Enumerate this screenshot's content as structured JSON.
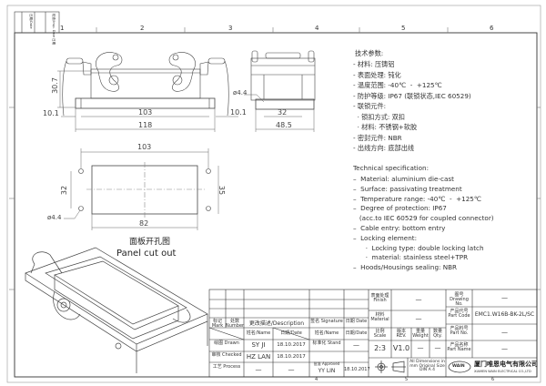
{
  "frame": {
    "zones_top": [
      "1",
      "2",
      "3",
      "4",
      "5",
      "6"
    ],
    "zones_bottom": [
      "4",
      "5",
      "6"
    ],
    "corner_labels": [
      "日期/Date",
      "检查/Insp. Date 日期"
    ]
  },
  "drawing": {
    "front_view": {
      "dim_height": "30.7",
      "dim_left": "10.1",
      "dim_inner": "103",
      "dim_total": "118"
    },
    "side_view": {
      "dim_hole": "ø4.4",
      "dim_inner": "32",
      "dim_total": "48.5",
      "dim_left": "10.1"
    },
    "cutout": {
      "dim_top": "103",
      "dim_bottom": "82",
      "dim_left": "32",
      "dim_right": "35",
      "dim_hole": "ø4.4",
      "caption_cn": "面板开孔图",
      "caption_en": "Panel cut out"
    }
  },
  "spec_cn": {
    "title": "技术参数:",
    "lines": [
      "- 材料: 压铸铝",
      "- 表面处理: 钝化",
      "- 温度范围: -40℃  -  +125℃",
      "- 防护等级: IP67 (联锁状态,IEC 60529)",
      "- 联锁元件:",
      "  · 锁扣方式: 双扣",
      "  · 材料: 不锈钢+软胶",
      "- 密封元件: NBR",
      "- 出线方向: 底部出线"
    ]
  },
  "spec_en": {
    "title": "Technical specification:",
    "lines": [
      "–  Material: aluminium die-cast",
      "–  Surface: passivating treatment",
      "–  Temperature range: -40℃  -  +125℃",
      "–  Degree of protection: IP67",
      "   (acc.to IEC 60529 for coupled connector)",
      "–  Cable entry: bottom entry",
      "–  Locking element:",
      "      ·  Locking type: double locking latch",
      "      ·  material: stainless steel+TPR",
      "–  Hoods/Housings sealing: NBR"
    ]
  },
  "title_block": {
    "mark": "标记 Mark",
    "number": "处数 Number",
    "description": "更改描述/Description",
    "signature": "签名 Signature",
    "date": "日期 Date",
    "name_col": "姓名/Name",
    "date_col": "日期/Date",
    "name_col2": "姓名/Name",
    "date_col2": "日期/Date",
    "drawn_label": "绘图 Drawn",
    "drawn_name": "SY JI",
    "drawn_date": "18.10.2017",
    "stand_label": "标准化 Stand",
    "stand_name": "—",
    "stand_date": "—",
    "checked_label": "审核 Checked",
    "checked_name": "HZ LAN",
    "checked_date": "18.10.2017",
    "process_label": "工艺 Process",
    "process_name": "—",
    "process_date": "—",
    "approved_label": "批准 Approved",
    "approved_name": "YY LIN",
    "approved_date": "18.10.2017",
    "finish_label": "表面处理 Finish",
    "finish_value": "—",
    "material_label": "材料 Material",
    "material_value": "—",
    "scale_label": "比例 Scale",
    "scale_value": "2:3",
    "rev_label": "版本 REV.",
    "rev_value": "V1.0",
    "weight_label": "重量 Weight",
    "weight_value": "—",
    "qty_label": "数量 Qty.",
    "qty_value": "—",
    "dimensions_note": "All Dimensions in mm Original Size DIN A 4",
    "drawing_no_label": "图号 Drawing No.",
    "drawing_no_value": "—",
    "part_code_label": "产品代号 Part Code",
    "part_code_value": "EMC1.W16B-BK-2L/SC",
    "part_no_label": "产品料号 Part No.",
    "part_no_value": "—",
    "part_name_label": "产品名称 Part Name",
    "part_name_value": "—",
    "company_logo_text": "WAIN",
    "company_cn": "厦门唯恩电气有限公司",
    "company_en": "XIAMEN WAIN ELECTRICAL CO.,LTD"
  }
}
